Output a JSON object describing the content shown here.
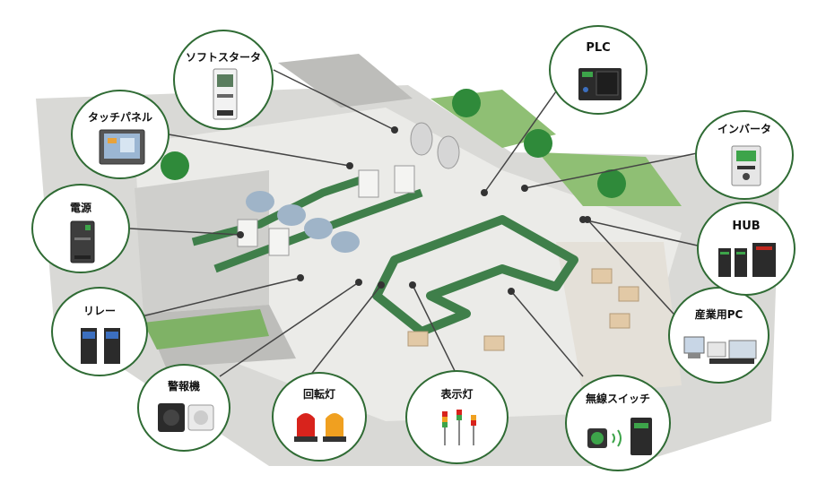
{
  "colors": {
    "ring": "#2f6b34",
    "leader": "#444444",
    "conveyor": "#3f7f4a",
    "floor": "#e3e3e0",
    "wall": "#c9c9c6",
    "lawn": "#7fb266",
    "tree": "#2f8a3a"
  },
  "callouts": [
    {
      "id": "soft-starter",
      "label": "ソフトスタータ",
      "icon": "soft-starter-icon"
    },
    {
      "id": "touch-panel",
      "label": "タッチパネル",
      "icon": "touch-panel-icon"
    },
    {
      "id": "power-supply",
      "label": "電源",
      "icon": "power-supply-icon"
    },
    {
      "id": "relay",
      "label": "リレー",
      "icon": "relay-icon"
    },
    {
      "id": "alarm",
      "label": "警報機",
      "icon": "alarm-speaker-icon"
    },
    {
      "id": "rotating-light",
      "label": "回転灯",
      "icon": "rotating-light-icon"
    },
    {
      "id": "indicator-light",
      "label": "表示灯",
      "icon": "signal-tower-icon"
    },
    {
      "id": "wireless-switch",
      "label": "無線スイッチ",
      "icon": "wireless-switch-icon"
    },
    {
      "id": "industrial-pc",
      "label": "産業用PC",
      "icon": "industrial-pc-icon"
    },
    {
      "id": "hub",
      "label": "HUB",
      "icon": "network-hub-icon"
    },
    {
      "id": "inverter",
      "label": "インバータ",
      "icon": "inverter-icon"
    },
    {
      "id": "plc",
      "label": "PLC",
      "icon": "plc-icon"
    }
  ]
}
